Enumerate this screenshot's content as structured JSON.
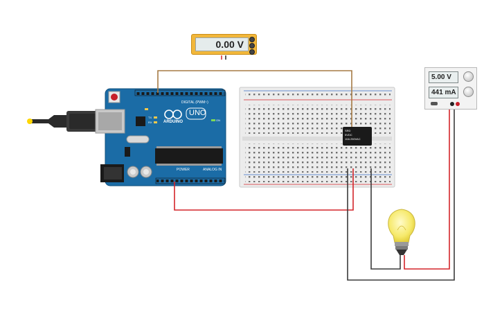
{
  "voltmeter": {
    "reading": "0.00 V"
  },
  "power_supply": {
    "voltage": "5.00 V",
    "current": "441 mA"
  },
  "arduino": {
    "digital_label": "DIGITAL (PWM~)",
    "power_label": "POWER",
    "analog_label": "ANALOG IN",
    "brand": "ARDUINO",
    "model": "UNO",
    "on_label": "ON",
    "tx_label": "TX",
    "rx_label": "RX"
  },
  "relay": {
    "brand": "SRD",
    "rating_line1": "5VDC",
    "rating_line2": "10A 250VAC"
  },
  "colors": {
    "wire_red": "#d4242a",
    "wire_brown": "#a57a44",
    "wire_black": "#3a3a3a",
    "arduino_blue": "#1b6ca6",
    "meter_yellow": "#f2b73a",
    "bulb_yellow": "#f6e96a"
  }
}
